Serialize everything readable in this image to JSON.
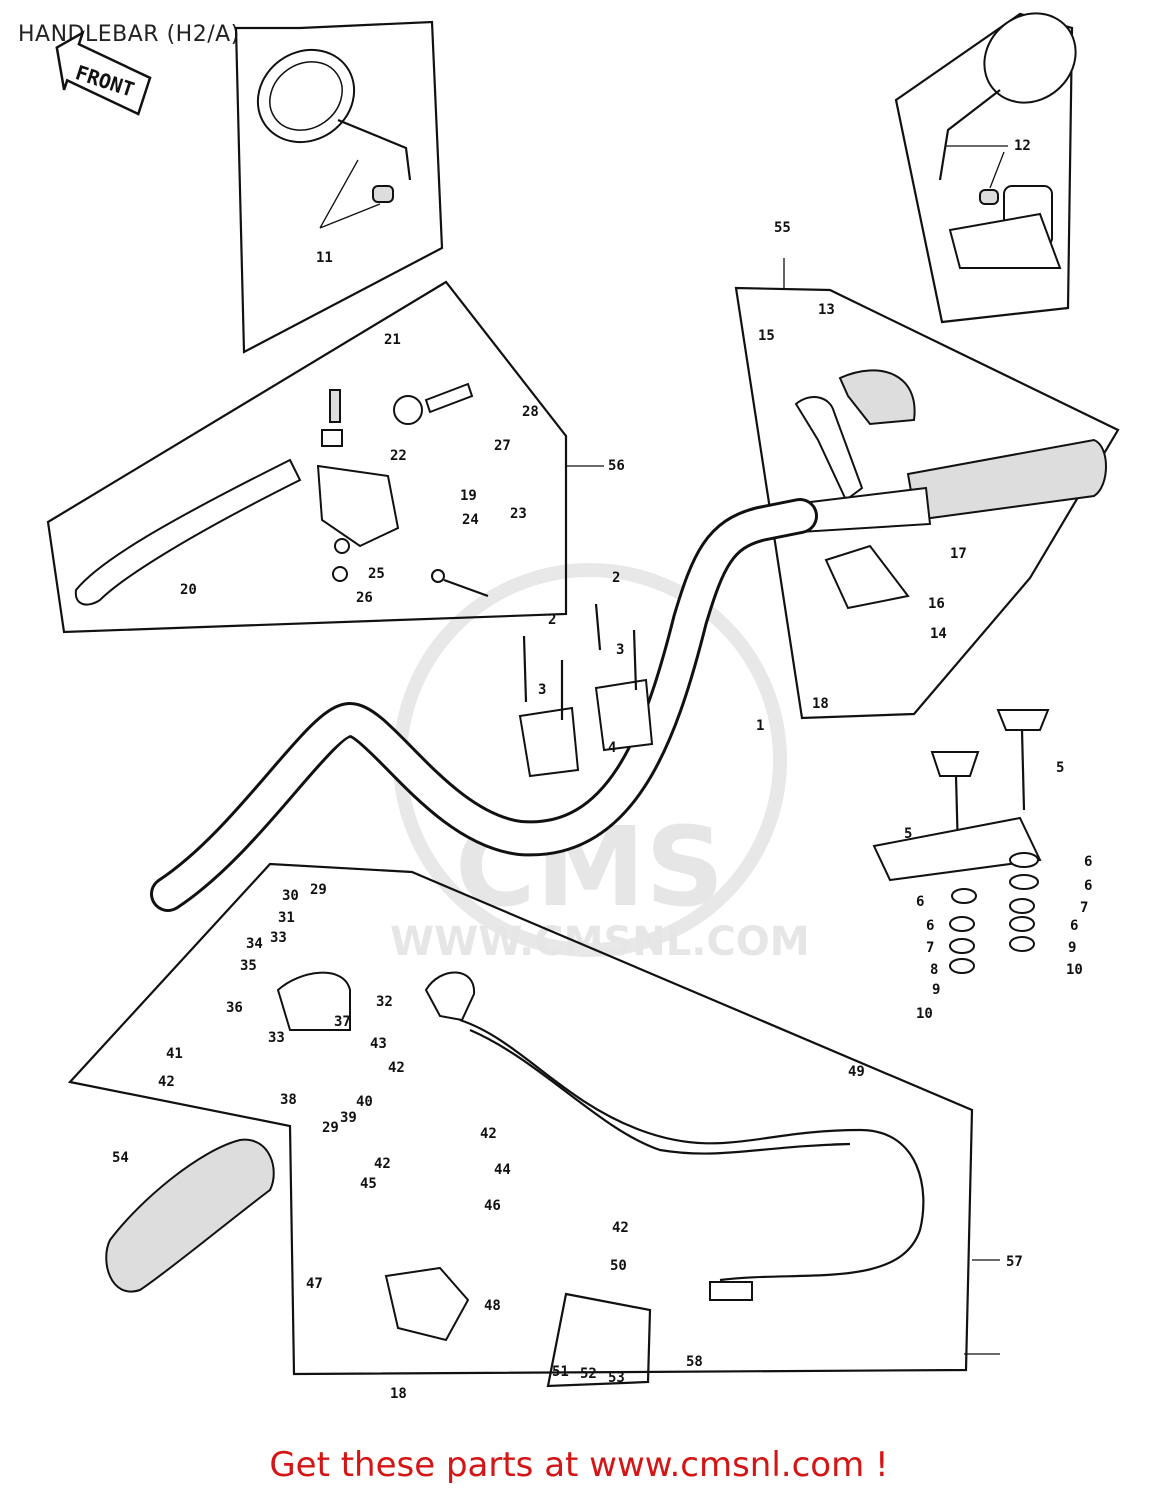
{
  "title": "HANDLEBAR (H2/A)",
  "footer": "Get these parts at www.cmsnl.com !",
  "front_label": "FRONT",
  "watermark": {
    "brand": "CMS",
    "url": "WWW.CMSNL.COM"
  },
  "colors": {
    "footer_text": "#d41515",
    "line_art": "#111111",
    "watermark": "#e6e6e6"
  },
  "callouts": {
    "c1": "1",
    "c2a": "2",
    "c2b": "2",
    "c3a": "3",
    "c3b": "3",
    "c4": "4",
    "c5a": "5",
    "c5b": "5",
    "c6a": "6",
    "c6b": "6",
    "c6c": "6",
    "c6d": "6",
    "c6e": "6",
    "c7a": "7",
    "c7b": "7",
    "c8": "8",
    "c9a": "9",
    "c9b": "9",
    "c10a": "10",
    "c10b": "10",
    "c11": "11",
    "c12": "12",
    "c13": "13",
    "c14": "14",
    "c15": "15",
    "c16": "16",
    "c17": "17",
    "c18a": "18",
    "c18b": "18",
    "c19": "19",
    "c20": "20",
    "c21": "21",
    "c22": "22",
    "c23": "23",
    "c24": "24",
    "c25": "25",
    "c26": "26",
    "c27": "27",
    "c28": "28",
    "c29a": "29",
    "c29b": "29",
    "c30": "30",
    "c31": "31",
    "c32": "32",
    "c33a": "33",
    "c33b": "33",
    "c34": "34",
    "c35": "35",
    "c36": "36",
    "c37": "37",
    "c38": "38",
    "c39": "39",
    "c40": "40",
    "c41": "41",
    "c42a": "42",
    "c42b": "42",
    "c42c": "42",
    "c42d": "42",
    "c42e": "42",
    "c43": "43",
    "c44": "44",
    "c45": "45",
    "c46": "46",
    "c47": "47",
    "c48": "48",
    "c49": "49",
    "c50": "50",
    "c51": "51",
    "c52": "52",
    "c53": "53",
    "c54": "54",
    "c55": "55",
    "c56": "56",
    "c57": "57",
    "c58": "58"
  }
}
